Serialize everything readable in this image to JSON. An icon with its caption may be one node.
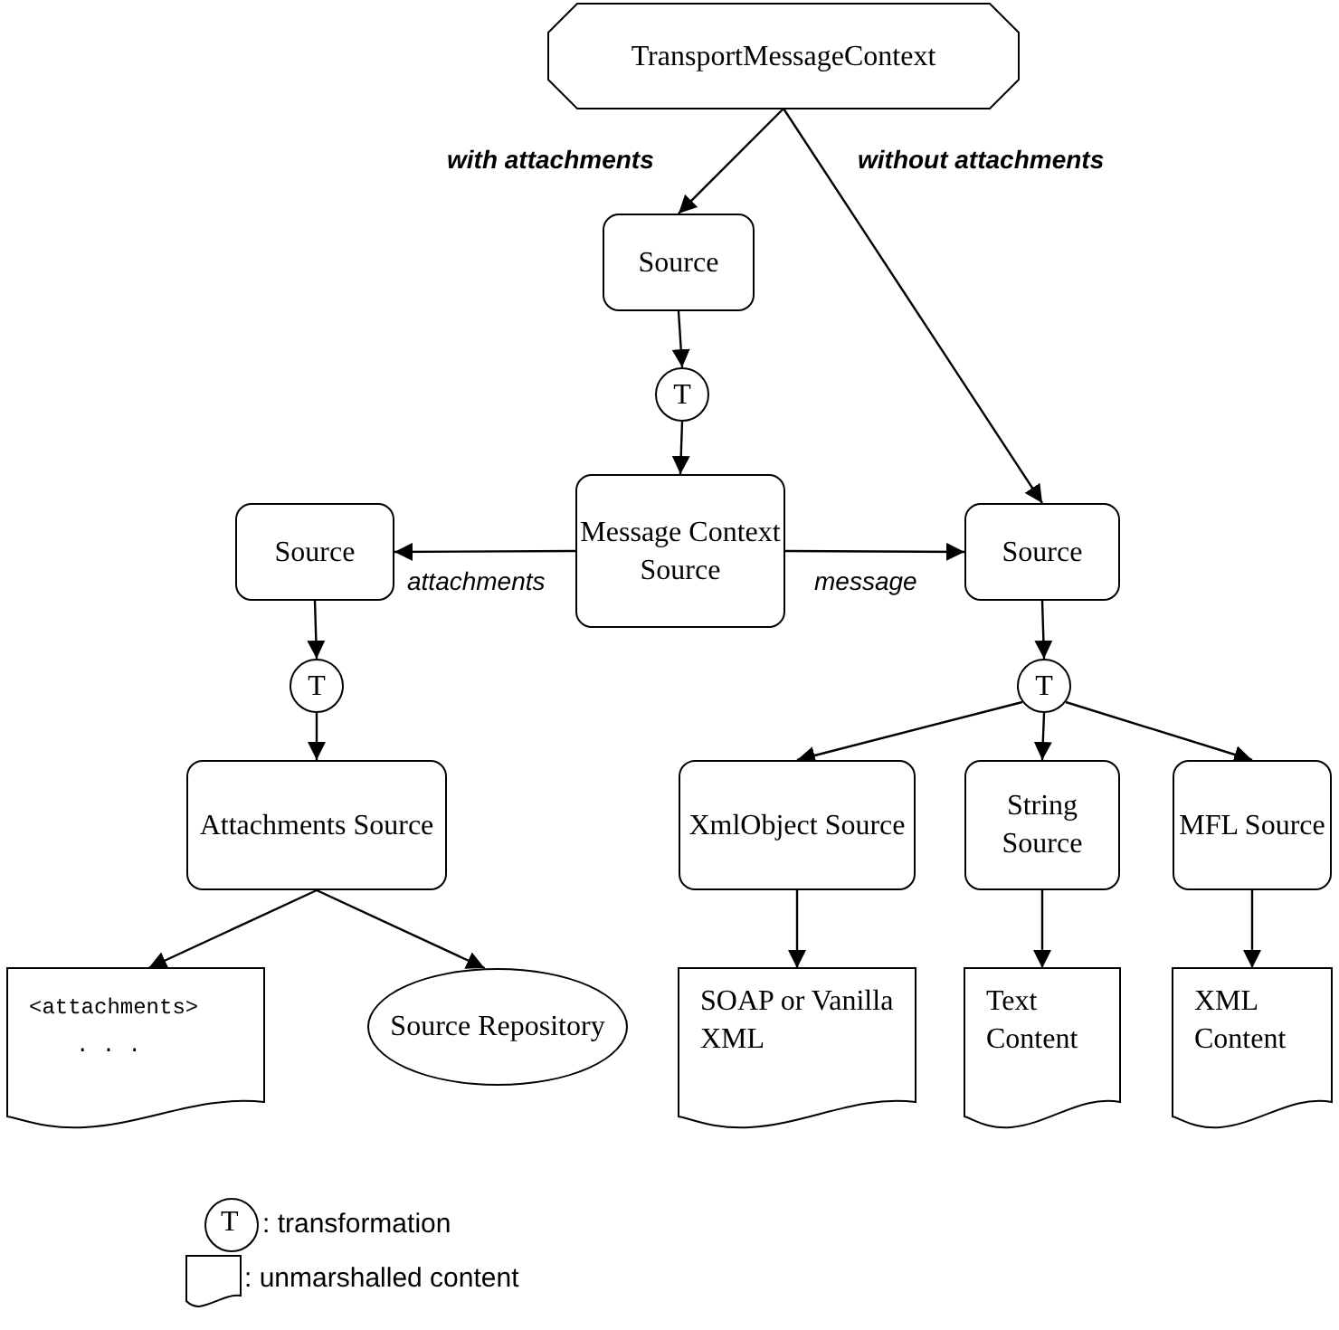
{
  "diagram": {
    "nodes": [
      {
        "text": [
          "TransportMessageContext"
        ]
      },
      {
        "text": [
          "Source"
        ]
      },
      {
        "text": [
          "T"
        ]
      },
      {
        "text": [
          "Message Context Source"
        ]
      },
      {
        "text": [
          "Source"
        ]
      },
      {
        "text": [
          "T"
        ]
      },
      {
        "text": [
          "Attachments Source"
        ]
      },
      {
        "text": [
          "<attachments>",
          ". . ."
        ]
      },
      {
        "text": [
          "Source Repository"
        ]
      },
      {
        "text": [
          "Source"
        ]
      },
      {
        "text": [
          "T"
        ]
      },
      {
        "text": [
          "XmlObject Source"
        ]
      },
      {
        "text": [
          "String Source"
        ]
      },
      {
        "text": [
          "MFL Source"
        ]
      },
      {
        "text": [
          "SOAP or Vanilla XML"
        ]
      },
      {
        "text": [
          "Text Content"
        ]
      },
      {
        "text": [
          "XML Content"
        ]
      }
    ],
    "edges": [
      {
        "from": 0,
        "to": 1,
        "arrow": "to",
        "label": "with attachments"
      },
      {
        "from": 0,
        "to": 9,
        "arrow": "to",
        "label": "without attachments"
      },
      {
        "from": 1,
        "to": 2,
        "arrow": "to"
      },
      {
        "from": 2,
        "to": 3,
        "arrow": "to"
      },
      {
        "from": 3,
        "to": 4,
        "arrow": "to",
        "label": "attachments"
      },
      {
        "from": 3,
        "to": 9,
        "arrow": "to",
        "label": "message"
      },
      {
        "from": 4,
        "to": 5,
        "arrow": "to"
      },
      {
        "from": 5,
        "to": 6,
        "arrow": "to"
      },
      {
        "from": 6,
        "to": 7,
        "arrow": "to"
      },
      {
        "from": 6,
        "to": 8,
        "arrow": "to"
      },
      {
        "from": 9,
        "to": 10,
        "arrow": "to"
      },
      {
        "from": 10,
        "to": 11,
        "arrow": "to"
      },
      {
        "from": 10,
        "to": 12,
        "arrow": "to"
      },
      {
        "from": 10,
        "to": 13,
        "arrow": "to"
      },
      {
        "from": 11,
        "to": 14,
        "arrow": "to"
      },
      {
        "from": 12,
        "to": 15,
        "arrow": "to"
      },
      {
        "from": 13,
        "to": 16,
        "arrow": "to"
      }
    ],
    "labels": [
      "T"
    ],
    "legend": [
      {
        "text": ":  transformation"
      },
      {
        "text": ":  unmarshalled content"
      }
    ]
  }
}
